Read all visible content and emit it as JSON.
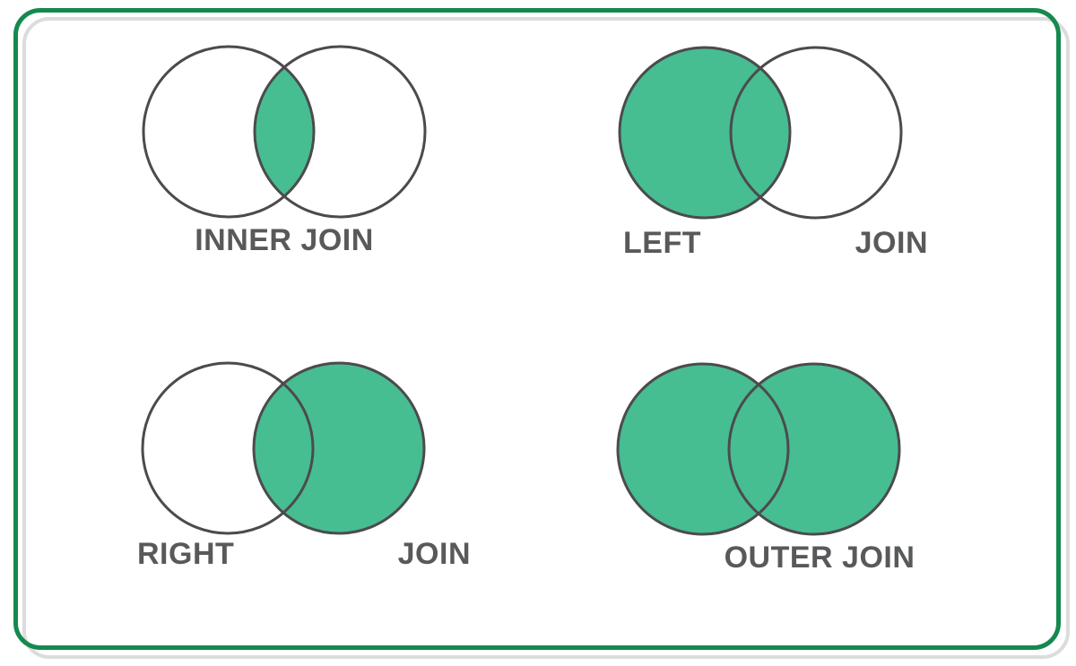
{
  "poster": {
    "description": "SQL JOIN types Venn diagram poster",
    "frame_style": "rounded green border with offset light-gray shadow line"
  },
  "colors": {
    "fill_green": "#47bd92",
    "frame_green": "#15894e",
    "shadow_gray": "#dcdcdc",
    "circle_stroke": "#4b4b4d",
    "label_gray": "#58595b"
  },
  "diagrams": {
    "inner": {
      "label": "INNER JOIN",
      "filled_region": "intersection only"
    },
    "left": {
      "label_left": "LEFT",
      "label_right": "JOIN",
      "filled_region": "left circle including intersection"
    },
    "right": {
      "label_left": "RIGHT",
      "label_right": "JOIN",
      "filled_region": "right circle including intersection"
    },
    "outer": {
      "label": "OUTER JOIN",
      "filled_region": "both circles"
    }
  }
}
